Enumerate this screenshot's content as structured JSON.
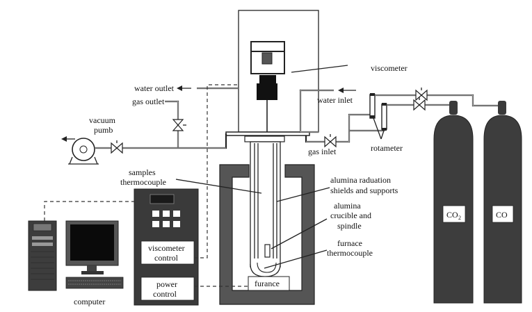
{
  "labels": {
    "viscometer": "viscometer",
    "water_outlet": "water outlet",
    "gas_outlet": "gas outlet",
    "water_inlet": "water inlet",
    "vacuum_pump_line1": "vacuum",
    "vacuum_pump_line2": "pumb",
    "gas_inlet": "gas inlet",
    "rotameter": "rotameter",
    "samples_thermocouple_line1": "samples",
    "samples_thermocouple_line2": "thermocouple",
    "alumina_shields_line1": "alumina raduation",
    "alumina_shields_line2": "shields and supports",
    "alumina_crucible_line1": "alumina",
    "alumina_crucible_line2": "crucible and",
    "alumina_crucible_line3": "spindle",
    "furnace_thermocouple_line1": "furnace",
    "furnace_thermocouple_line2": "thermocouple",
    "furnace_box": "furance",
    "viscometer_control_line1": "viscometer",
    "viscometer_control_line2": "control",
    "power_control_line1": "power",
    "power_control_line2": "control",
    "computer": "computer",
    "cylinder_co2_main": "CO",
    "cylinder_co2_sub": "2",
    "cylinder_co": "CO"
  }
}
